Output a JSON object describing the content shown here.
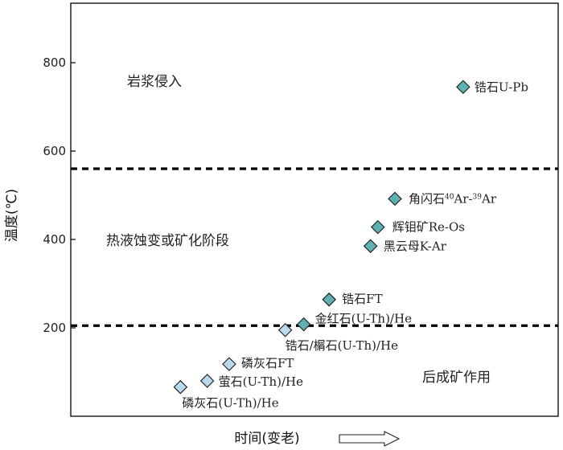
{
  "chart_data": {
    "type": "scatter",
    "ylabel": "温度(℃)",
    "xlabel": "时间(变老)",
    "ylim": [
      0,
      940
    ],
    "xlim": [
      0,
      100
    ],
    "yticks": [
      200,
      400,
      600,
      800
    ],
    "x_increasing": true,
    "grid": false,
    "thresholds": [
      560,
      205
    ],
    "regions": [
      "岩浆侵入",
      "热液蚀变或矿化阶段",
      "后成矿作用"
    ],
    "colors": {
      "high": "#5fb0b0",
      "low": "#b9d9ec",
      "outline": "#1a1a1a",
      "axis": "#000000"
    },
    "points": [
      {
        "label": "锆石U-Pb",
        "x": 80.5,
        "y": 745,
        "group": "high"
      },
      {
        "label": "角闪石40Ar-39Ar",
        "x": 66.5,
        "y": 492,
        "group": "high"
      },
      {
        "label": "辉钼矿Re-Os",
        "x": 63.0,
        "y": 428,
        "group": "high"
      },
      {
        "label": "黑云母K-Ar",
        "x": 61.5,
        "y": 385,
        "group": "high"
      },
      {
        "label": "锆石FT",
        "x": 53.0,
        "y": 264,
        "group": "high"
      },
      {
        "label": "金红石(U-Th)/He",
        "x": 47.8,
        "y": 208,
        "group": "high"
      },
      {
        "label": "锆石/榍石(U-Th)/He",
        "x": 44.0,
        "y": 195,
        "group": "low"
      },
      {
        "label": "磷灰石FT",
        "x": 32.5,
        "y": 118,
        "group": "low"
      },
      {
        "label": "萤石(U-Th)/He",
        "x": 28.0,
        "y": 80,
        "group": "low"
      },
      {
        "label": "磷灰石(U-Th)/He",
        "x": 22.5,
        "y": 66,
        "group": "low"
      }
    ]
  }
}
